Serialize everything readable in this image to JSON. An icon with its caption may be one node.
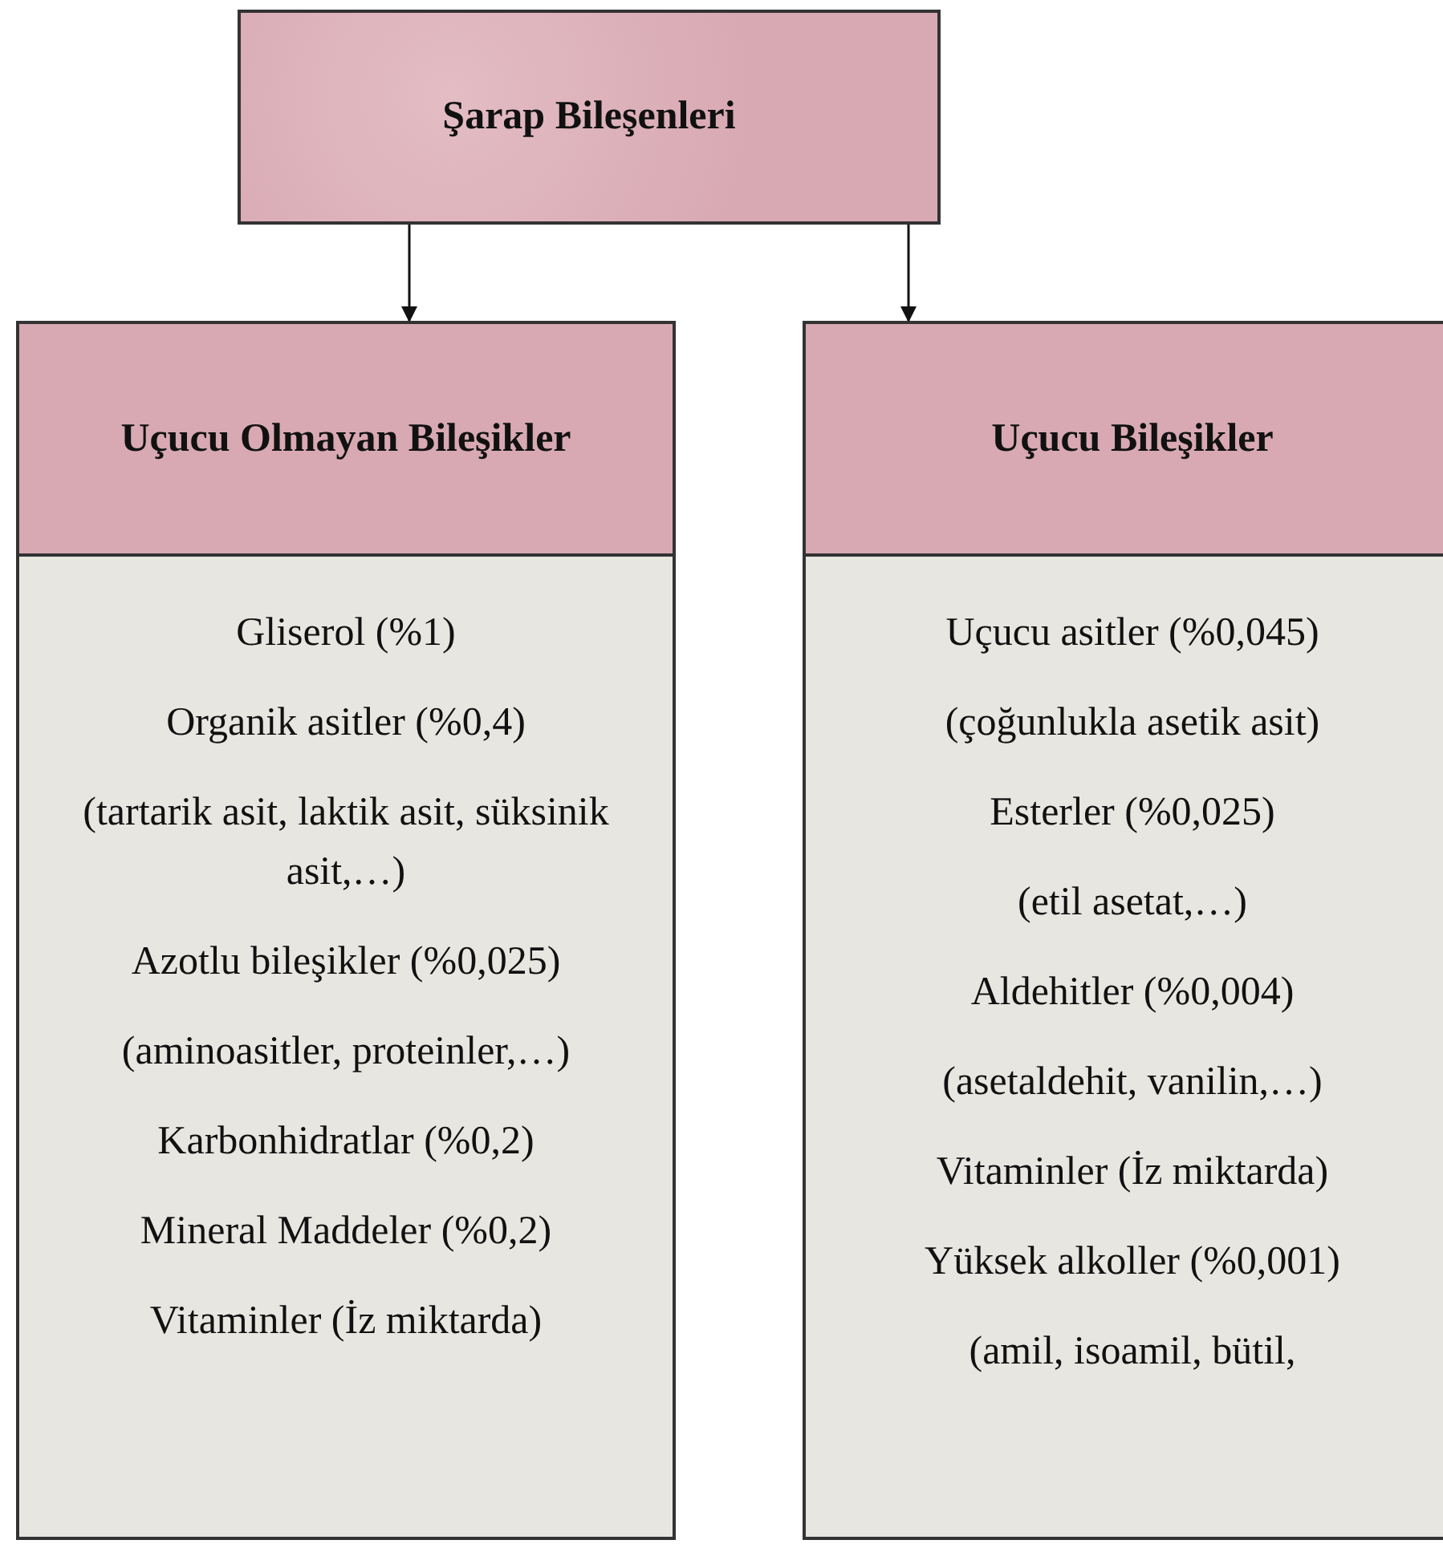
{
  "diagram": {
    "nodes": [
      {
        "text": [
          "Şarap Bileşenleri"
        ]
      },
      {
        "text": [
          "Uçucu Olmayan Bileşikler",
          "Gliserol (%1)",
          "Organik asitler (%0,4)",
          "(tartarik asit, laktik asit, süksinik asit,…)",
          "Azotlu bileşikler (%0,025)",
          "(aminoasitler, proteinler,…)",
          "Karbonhidratlar (%0,2)",
          "Mineral Maddeler (%0,2)",
          "Vitaminler (İz miktarda)"
        ]
      },
      {
        "text": [
          "Uçucu Bileşikler",
          "Uçucu asitler (%0,045)",
          "(çoğunlukla asetik asit)",
          "Esterler (%0,025)",
          "(etil asetat,…)",
          "Aldehitler (%0,004)",
          "(asetaldehit, vanilin,…)",
          "Vitaminler (İz miktarda)",
          "Yüksek alkoller (%0,001)",
          "(amil, isoamil, bütil,"
        ]
      }
    ],
    "edges": [
      {
        "from": 0,
        "to": 1,
        "arrow": "to"
      },
      {
        "from": 0,
        "to": 2,
        "arrow": "to"
      }
    ]
  }
}
